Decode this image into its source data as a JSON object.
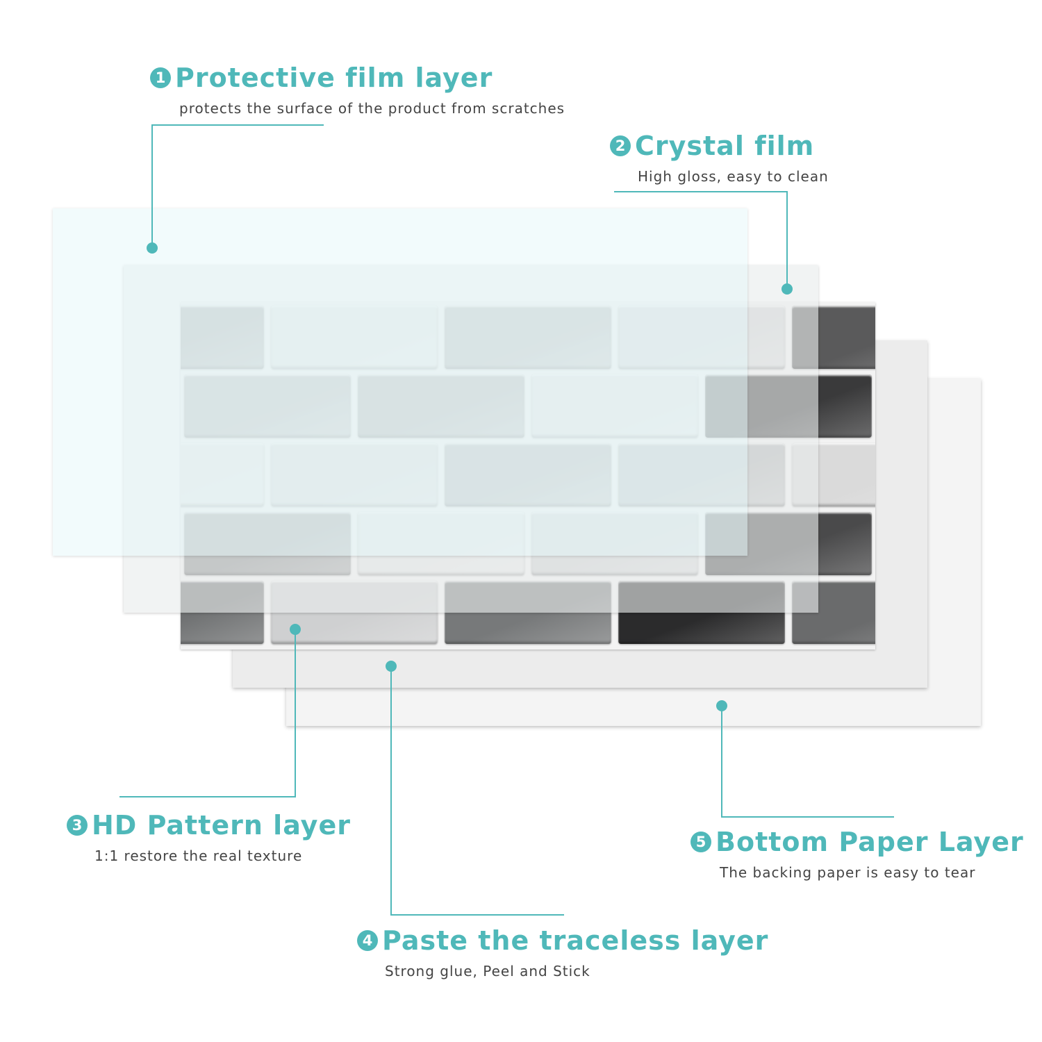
{
  "layers": [
    {
      "number": "1",
      "title": "Protective film layer",
      "description": "protects the surface of the product from scratches"
    },
    {
      "number": "2",
      "title": "Crystal film",
      "description": "High gloss, easy to clean"
    },
    {
      "number": "3",
      "title": "HD Pattern layer",
      "description": "1:1 restore the real texture"
    },
    {
      "number": "4",
      "title": "Paste the traceless layer",
      "description": "Strong glue, Peel and Stick"
    },
    {
      "number": "5",
      "title": "Bottom Paper Layer",
      "description": "The backing paper is easy to tear"
    }
  ],
  "colors": {
    "accent": "#4fb8b9",
    "text": "#444444"
  }
}
